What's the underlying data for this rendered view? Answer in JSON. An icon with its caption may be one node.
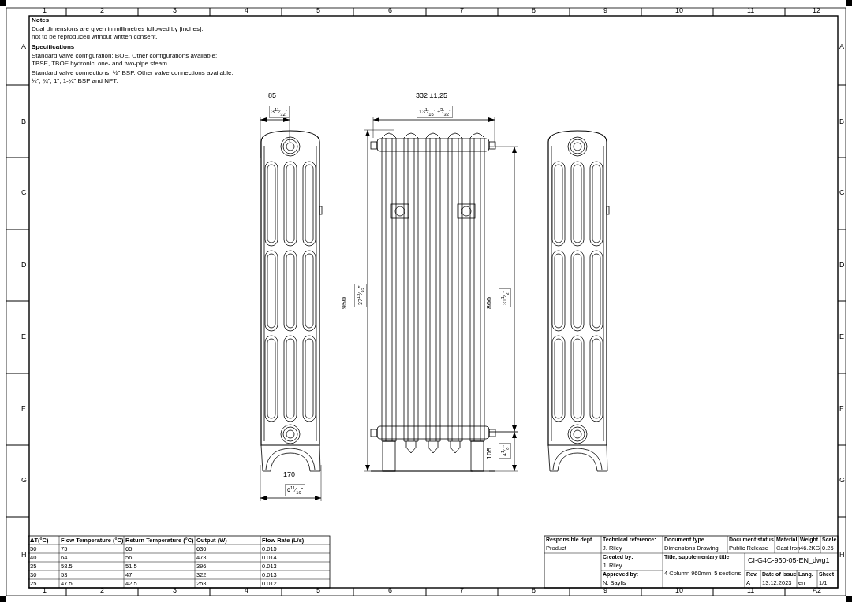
{
  "diagram": {
    "labels": [
      "1",
      "2",
      "3",
      "4",
      "5",
      "6",
      "7",
      "8",
      "9",
      "10",
      "11",
      "12",
      "A",
      "B",
      "C",
      "D",
      "E",
      "F",
      "G",
      "H",
      "A",
      "B",
      "C",
      "D",
      "E",
      "F",
      "G",
      "H",
      "1",
      "2",
      "3",
      "4",
      "5",
      "6",
      "7",
      "8",
      "9",
      "10",
      "11",
      "A2",
      "Notes",
      "Dual dimensions are given in millimetres followed by [inches].",
      "not to be reproduced without written consent.",
      "Specifications",
      "Standard valve configuration: BOE. Other configurations available: TBSE, TBOE hydronic, one- and two-pipe steam.",
      "Standard valve connections: ½\" BSP. Other valve connections available: ½\", ¾\", 1\", 1-¼\" BSP and NPT.",
      "85",
      "3$^{11}$⁄$_{32}$\"",
      "332  ±1,25",
      "13$^{1}$⁄$_{16}$\"  ±$^{3}$⁄$_{32}$\"",
      "950",
      "37$^{13}$⁄$_{32}$\"",
      "800",
      "31$^{1}$⁄$_{2}$\"",
      "105",
      "4$^{1}$⁄$_{8}$\"",
      "170",
      "6$^{11}$⁄$_{16}$\"",
      "ΔT(°C)",
      "Flow Temperature (°C)",
      "Return Temperature (°C)",
      "Output (W)",
      "Flow Rate (L/s)",
      "50",
      "75",
      "65",
      "636",
      "0.015",
      "40",
      "64",
      "56",
      "473",
      "0.014",
      "35",
      "58.5",
      "51.5",
      "396",
      "0.013",
      "30",
      "53",
      "47",
      "322",
      "0.013",
      "25",
      "47.5",
      "42.5",
      "253",
      "0.012",
      "Responsible dept.",
      "Product",
      "Technical reference:",
      "J. Riley",
      "Document type",
      "Dimensions Drawing",
      "Document status",
      "Public Release",
      "Material",
      "Cast Iron",
      "Weight",
      "46.2KG",
      "Scale",
      "0.25",
      "Created by:",
      "J. Riley",
      "Title, supplementary title",
      "4 Column 960mm, 5 sections,",
      "CI-G4C-960-05-EN_dwg1",
      "Approved by:",
      "N. Baylis",
      "Rev.",
      "A",
      "Date of issue",
      "13.12.2023",
      "Lang.",
      "en",
      "Sheet",
      "1/1"
    ]
  }
}
